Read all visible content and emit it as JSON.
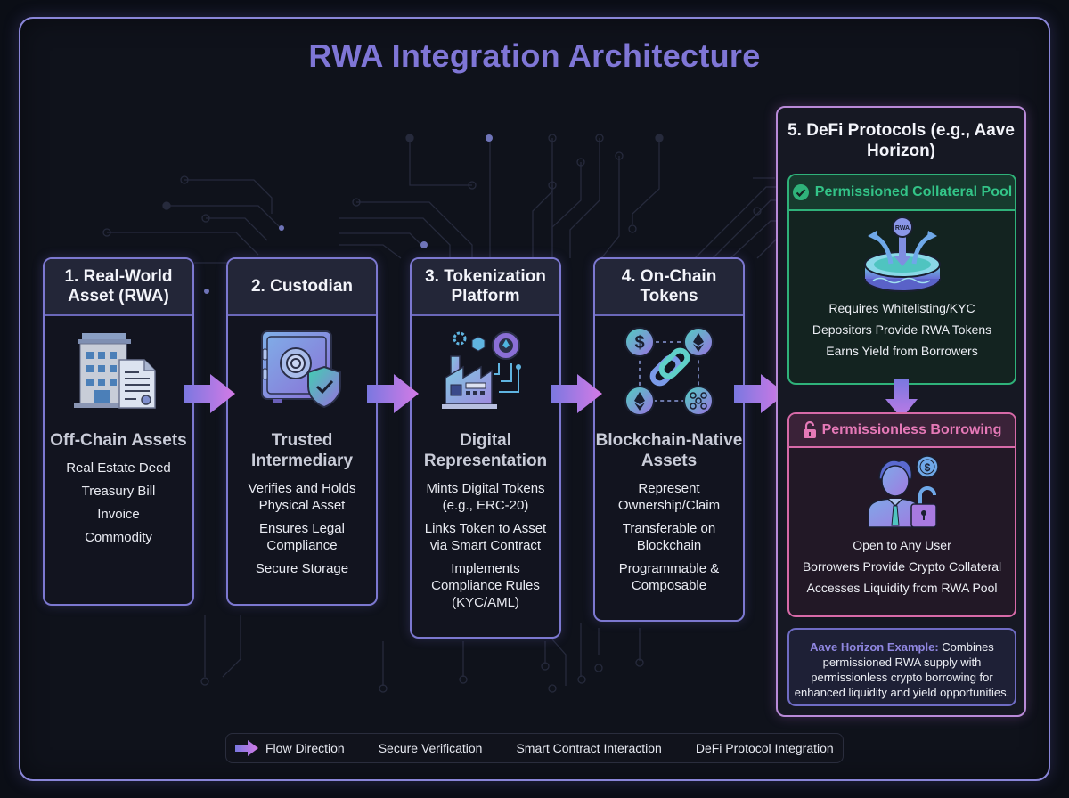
{
  "title": "RWA Integration Architecture",
  "stages": [
    {
      "header": "1. Real-World Asset (RWA)",
      "icon": "building-document-icon",
      "subtitle": "Off-Chain Assets",
      "items": [
        "Real Estate Deed",
        "Treasury Bill",
        "Invoice",
        "Commodity"
      ]
    },
    {
      "header": "2. Custodian",
      "icon": "vault-shield-icon",
      "subtitle": "Trusted Intermediary",
      "items": [
        "Verifies and Holds Physical Asset",
        "Ensures Legal Compliance",
        "Secure Storage"
      ]
    },
    {
      "header": "3. Tokenization Platform",
      "icon": "factory-gear-icon",
      "subtitle": "Digital Representation",
      "items": [
        "Mints Digital Tokens (e.g., ERC-20)",
        "Links Token to Asset via Smart Contract",
        "Implements Compliance Rules (KYC/AML)"
      ]
    },
    {
      "header": "4. On-Chain Tokens",
      "icon": "chain-tokens-icon",
      "subtitle": "Blockchain-Native Assets",
      "items": [
        "Represent Ownership/Claim",
        "Transferable on Blockchain",
        "Programmable & Composable"
      ]
    }
  ],
  "defi": {
    "header": "5. DeFi Protocols (e.g., Aave Horizon)",
    "pool": {
      "header": "Permissioned Collateral Pool",
      "icon_badge": "RWA",
      "items": [
        "Requires Whitelisting/KYC",
        "Depositors Provide RWA Tokens",
        "Earns Yield from Borrowers"
      ]
    },
    "borrowing": {
      "header": "Permissionless Borrowing",
      "items": [
        "Open to Any User",
        "Borrowers Provide Crypto Collateral",
        "Accesses Liquidity from RWA Pool"
      ]
    },
    "example": {
      "label": "Aave Horizon Example:",
      "text": " Combines permissioned RWA supply with permissionless crypto borrowing for enhanced liquidity and yield opportunities."
    }
  },
  "legend": [
    "Flow Direction",
    "Secure Verification",
    "Smart Contract Interaction",
    "DeFi Protocol Integration"
  ],
  "colors": {
    "title": "#7f76d6",
    "card_border": "#7c78d0",
    "pool_green": "#33c488",
    "borrow_pink": "#e579b7",
    "arrow_start": "#7a78e0",
    "arrow_end": "#d47ae6"
  }
}
